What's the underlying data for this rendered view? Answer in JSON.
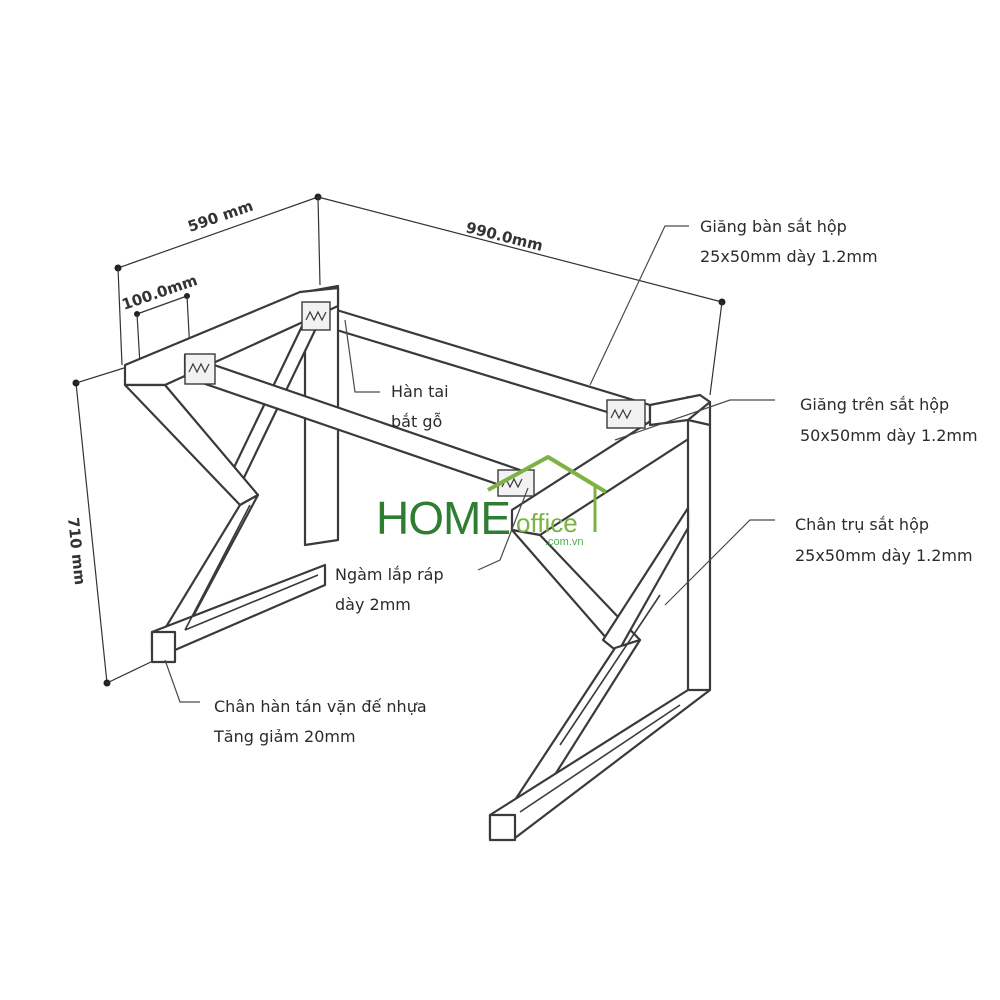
{
  "dimensions": {
    "depth": "590 mm",
    "width": "990.0mm",
    "foot": "100.0mm",
    "height": "710 mm"
  },
  "callouts": {
    "giang_ban": {
      "line1": "Giăng bàn sắt hộp",
      "line2": "25x50mm dày 1.2mm"
    },
    "giang_tren": {
      "line1": "Giăng trên sắt hộp",
      "line2": "50x50mm dày 1.2mm"
    },
    "chan_tru": {
      "line1": "Chân trụ sắt hộp",
      "line2": "25x50mm dày 1.2mm"
    },
    "han_tai": {
      "line1": "Hàn tai",
      "line2": "bắt gỗ"
    },
    "ngam_lap": {
      "line1": "Ngàm lắp ráp",
      "line2": "dày 2mm"
    },
    "chan_han": {
      "line1": "Chân hàn tán vặn đế nhựa",
      "line2": "Tăng giảm 20mm"
    }
  },
  "logo": {
    "home": "HOME",
    "office": "office",
    "domain": ".com.vn"
  },
  "colors": {
    "logo_dark": "#2e7d32",
    "logo_light": "#7cb342",
    "line": "#3a3a3a"
  }
}
